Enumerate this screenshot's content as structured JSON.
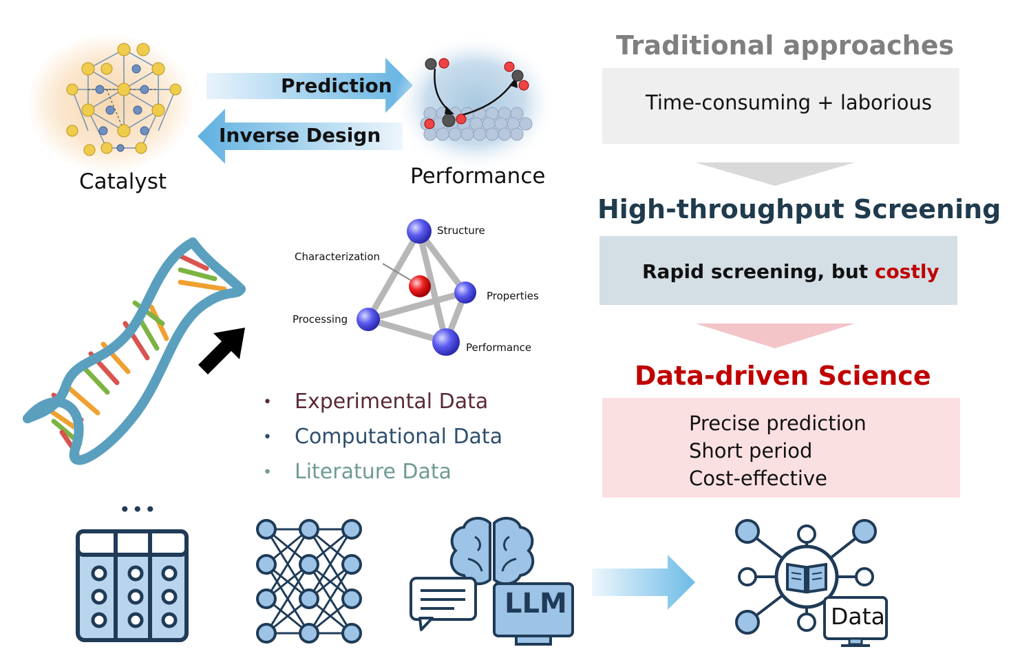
{
  "top": {
    "catalyst_label": "Catalyst",
    "performance_label": "Performance",
    "prediction_label": "Prediction",
    "inverse_label": "Inverse Design"
  },
  "tetra": {
    "structure": "Structure",
    "characterization": "Characterization",
    "properties": "Properties",
    "processing": "Processing",
    "performance": "Performance"
  },
  "bullets": [
    {
      "text": "Experimental Data",
      "color": "#5a2a35"
    },
    {
      "text": "Computational Data",
      "color": "#2e4e6e"
    },
    {
      "text": "Literature Data",
      "color": "#6f9a94"
    }
  ],
  "right": {
    "traditional_title": "Traditional approaches",
    "traditional_text": "Time-consuming + laborious",
    "hts_title": "High-throughput Screening",
    "hts_text": "Rapid screening, but ",
    "hts_text_highlight": "costly",
    "dds_title": "Data-driven Science",
    "dds_lines": [
      "Precise prediction",
      "Short period",
      "Cost-effective"
    ]
  },
  "bottom": {
    "table_dots": "•••",
    "llm_label": "LLM",
    "data_label": "Data"
  },
  "colors": {
    "icon_blue": "#9dc3e6",
    "icon_dark": "#1f3b57",
    "costly_red": "#c00000",
    "dds_red": "#c00000",
    "trad_gray": "#7f7f7f",
    "hts_dark": "#1f3b4d"
  }
}
